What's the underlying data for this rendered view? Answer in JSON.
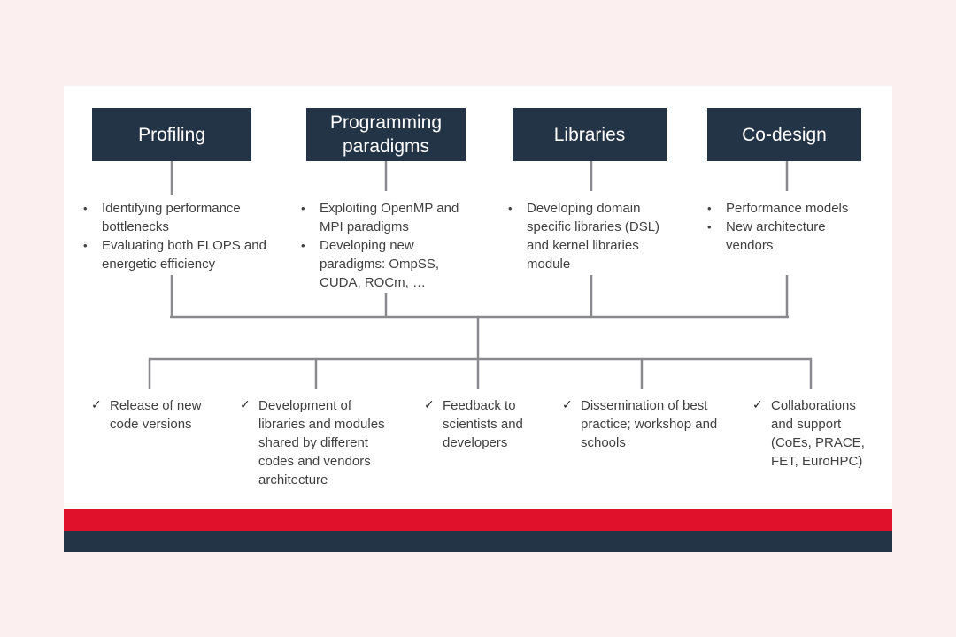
{
  "categories": [
    {
      "title": "Profiling",
      "bullets": [
        "Identifying performance bottlenecks",
        "Evaluating both FLOPS and energetic efficiency"
      ]
    },
    {
      "title": "Programming paradigms",
      "bullets": [
        "Exploiting OpenMP and MPI paradigms",
        "Developing new paradigms: OmpSS, CUDA, ROCm, …"
      ]
    },
    {
      "title": "Libraries",
      "bullets": [
        "Developing domain specific libraries (DSL) and kernel libraries module"
      ]
    },
    {
      "title": "Co-design",
      "bullets": [
        "Performance models",
        "New architecture vendors"
      ]
    }
  ],
  "outcomes": [
    "Release of new code versions",
    "Development of libraries and modules shared by different codes and vendors architecture",
    "Feedback to scientists and developers",
    "Dissemination of best practice; workshop and schools",
    "Collaborations and support (CoEs, PRACE, FET, EuroHPC)"
  ],
  "colors": {
    "box": "#243447",
    "connector": "#8a8a8e",
    "red_band": "#e0122b",
    "navy_band": "#243447",
    "page_bg": "#fbf0ef"
  }
}
